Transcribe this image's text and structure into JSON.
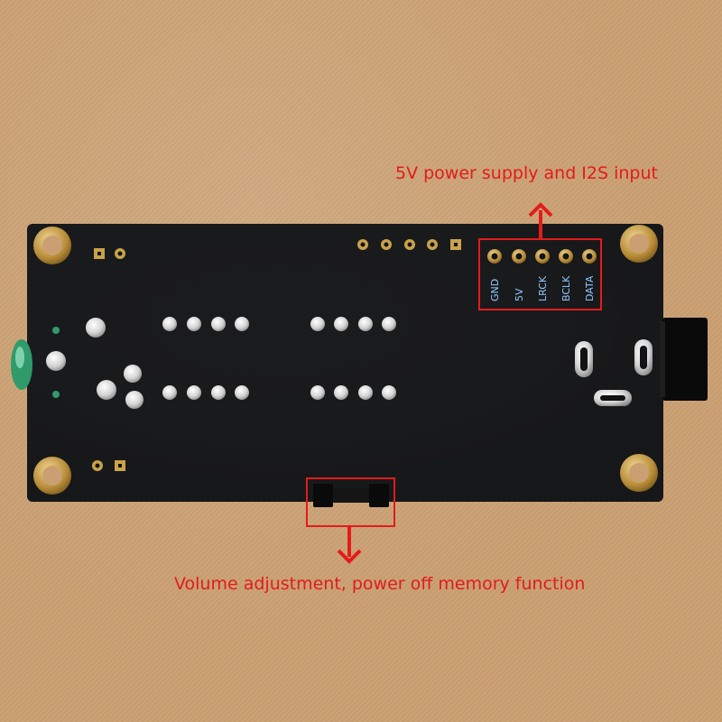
{
  "image": {
    "subject": "pcb-back-side",
    "colors": {
      "background": "#caa073",
      "board": "#111214",
      "pad": "#d9d9d9",
      "mounting_ring": "#c9a24a",
      "annotation": "#e31b1b",
      "silkscreen": "#8fc8ff"
    }
  },
  "header_pins": {
    "labels": [
      "GND",
      "5V",
      "LRCK",
      "BCLK",
      "DATA"
    ]
  },
  "annotations": {
    "top_label": "5V power supply and I2S input",
    "bottom_label": "Volume adjustment, power off memory function"
  }
}
